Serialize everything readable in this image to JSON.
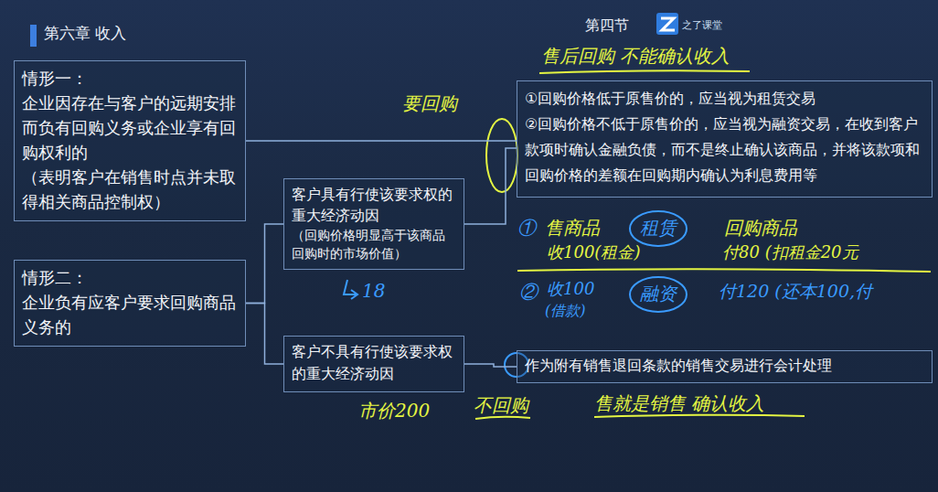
{
  "diagram": {
    "title": "第六章 收入",
    "nodes": [
      {
        "text": [
          "情形一：",
          "企业因存在与客户的远期安排而负有回购义务或企业享有回购权利的",
          "（表明客户在销售时点并未取得相关商品控制权）"
        ]
      },
      {
        "text": [
          "情形二：",
          "企业负有应客户要求回购商品义务的"
        ]
      },
      {
        "text": [
          "客户具有行使该要求权的重大经济动因",
          "（回购价格明显高于该商品回购时的市场价值）"
        ]
      },
      {
        "text": [
          "客户不具有行使该要求权的重大经济动因"
        ]
      },
      {
        "text": [
          "①回购价格低于原售价的，应当视为租赁交易",
          "②回购价格不低于原售价的，应当视为融资交易，在收到客户款项时确认金融负债，而不是终止确认该商品，并将该款项和回购价格的差额在回购期内确认为利息费用等"
        ]
      },
      {
        "text": [
          "作为附有销售退回条款的销售交易进行会计处理"
        ]
      }
    ],
    "edges": [
      {
        "from": 0,
        "to": 4,
        "arrow": "none"
      },
      {
        "from": 1,
        "to": 2,
        "arrow": "none"
      },
      {
        "from": 1,
        "to": 3,
        "arrow": "none"
      },
      {
        "from": 2,
        "to": 4,
        "arrow": "none"
      },
      {
        "from": 3,
        "to": 5,
        "arrow": "none"
      }
    ],
    "labels": [
      "第四节",
      "之了课堂",
      "售后回购 不能确认收入",
      "要回购",
      "①",
      "售商品",
      "租赁",
      "回购商品",
      "收100(租金)",
      "付80 (扣租金20元",
      "②",
      "收100",
      "(借款)",
      "融资",
      "付120 (还本100,付",
      "18",
      "市价200",
      "不回购",
      "售就是销售 确认收入"
    ]
  }
}
